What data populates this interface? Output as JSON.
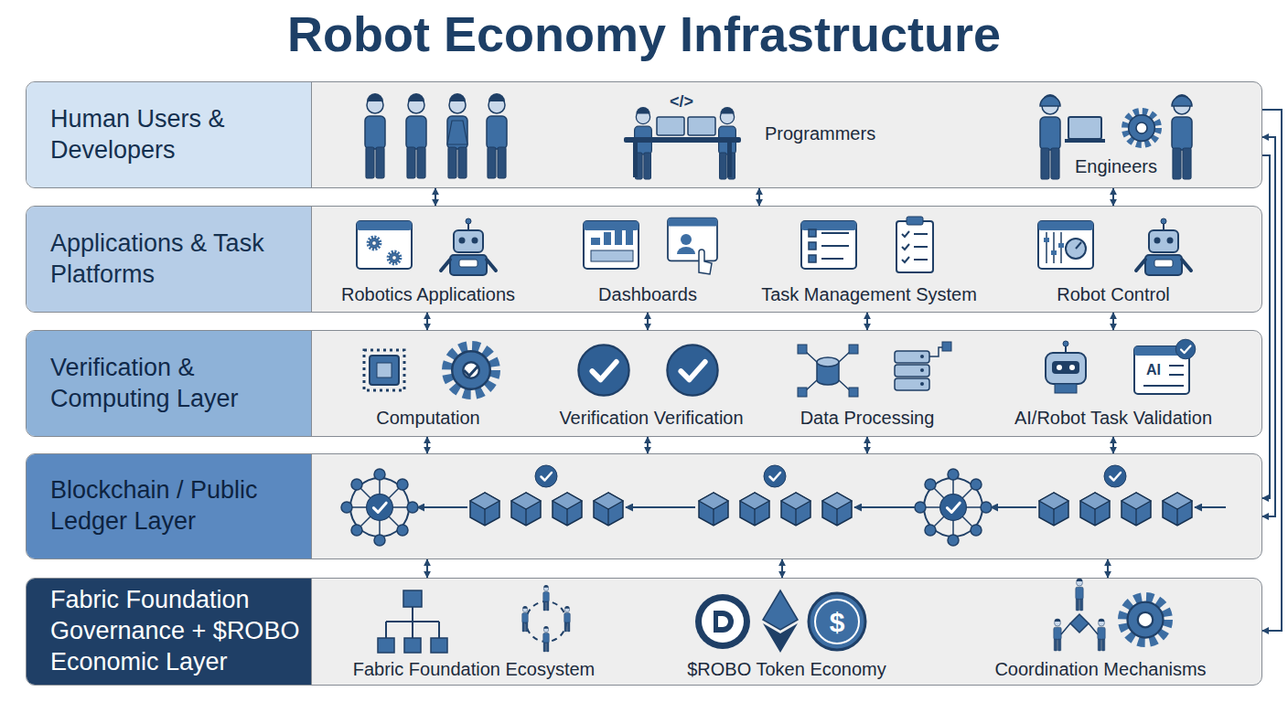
{
  "diagram": {
    "title": "Robot Economy Infrastructure",
    "nodes": [
      {
        "text": [
          "Human Users & Developers"
        ]
      },
      {
        "text": [
          "Applications & Task Platforms"
        ]
      },
      {
        "text": [
          "Verification & Computing Layer"
        ]
      },
      {
        "text": [
          "Blockchain / Public Ledger Layer"
        ]
      },
      {
        "text": [
          "Fabric Foundation Governance + $ROBO Economic Layer"
        ]
      }
    ],
    "edges": [
      {
        "from": 0,
        "to": 1,
        "arrow": "both"
      },
      {
        "from": 0,
        "to": 1,
        "arrow": "both"
      },
      {
        "from": 0,
        "to": 1,
        "arrow": "both"
      },
      {
        "from": 1,
        "to": 2,
        "arrow": "both"
      },
      {
        "from": 1,
        "to": 2,
        "arrow": "both"
      },
      {
        "from": 1,
        "to": 2,
        "arrow": "both"
      },
      {
        "from": 1,
        "to": 2,
        "arrow": "both"
      },
      {
        "from": 2,
        "to": 3,
        "arrow": "both"
      },
      {
        "from": 2,
        "to": 3,
        "arrow": "both"
      },
      {
        "from": 2,
        "to": 3,
        "arrow": "both"
      },
      {
        "from": 2,
        "to": 3,
        "arrow": "both"
      },
      {
        "from": 3,
        "to": 4,
        "arrow": "both"
      },
      {
        "from": 3,
        "to": 4,
        "arrow": "both"
      },
      {
        "from": 3,
        "to": 4,
        "arrow": "both"
      },
      {
        "from": 0,
        "to": 3,
        "arrow": "both"
      },
      {
        "from": 0,
        "to": 3,
        "arrow": "to"
      },
      {
        "from": 0,
        "to": 4,
        "arrow": "to"
      }
    ],
    "labels": [
      "</>",
      "Programmers",
      "Engineers",
      "Robotics Applications",
      "Dashboards",
      "Task Management System",
      "Robot Control",
      "Computation",
      "Verification Verification",
      "Data Processing",
      "AI",
      "AI/Robot Task Validation",
      "$",
      "Fabric Foundation Ecosystem",
      "$ROBO Token Economy",
      "Coordination Mechanisms"
    ]
  }
}
